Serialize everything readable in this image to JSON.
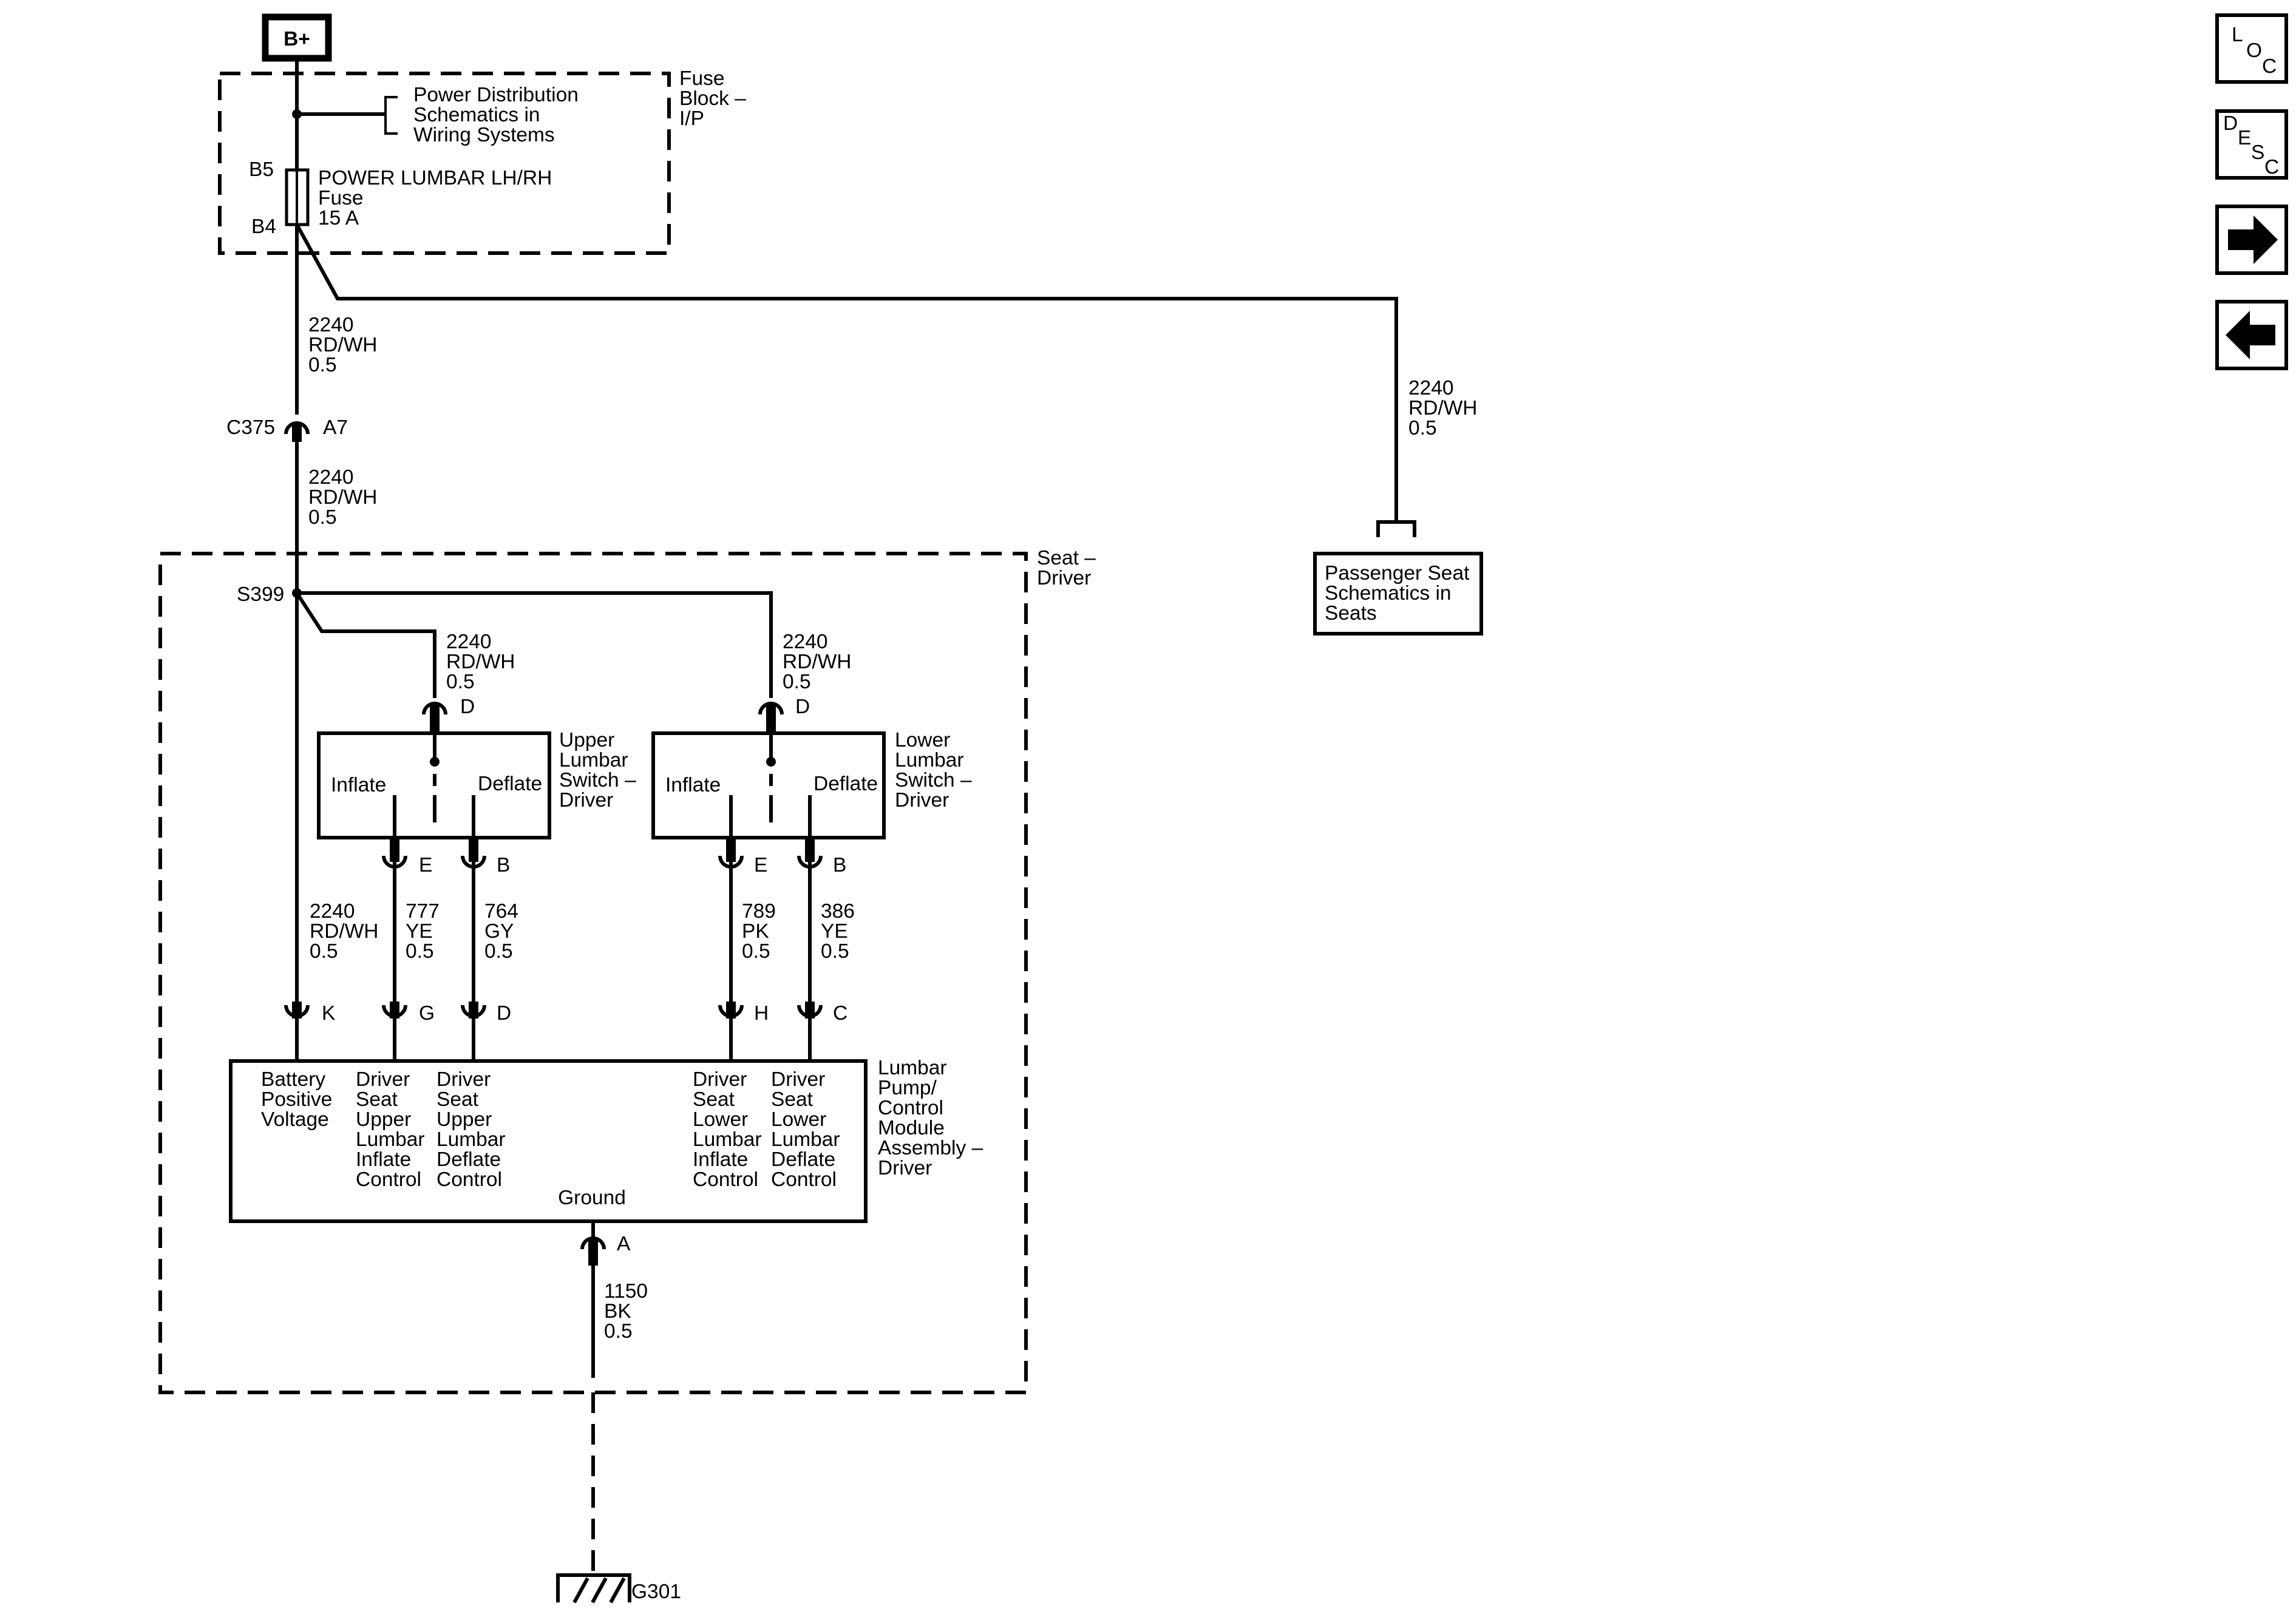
{
  "power_source": "B+",
  "fuse_block": {
    "name": "Fuse Block – I/P",
    "name_lines": [
      "Fuse",
      "Block –",
      "I/P"
    ],
    "reference_lines": [
      "Power Distribution",
      "Schematics in",
      "Wiring Systems"
    ],
    "fuse_in": "B5",
    "fuse_out": "B4",
    "fuse_lines": [
      "POWER LUMBAR LH/RH",
      "Fuse",
      "15 A"
    ]
  },
  "wires": {
    "feed_top": [
      "2240",
      "RD/WH",
      "0.5"
    ],
    "feed_passenger": [
      "2240",
      "RD/WH",
      "0.5"
    ],
    "feed_mid": [
      "2240",
      "RD/WH",
      "0.5"
    ],
    "upper_switch_feed": [
      "2240",
      "RD/WH",
      "0.5"
    ],
    "lower_switch_feed": [
      "2240",
      "RD/WH",
      "0.5"
    ],
    "module_feed": [
      "2240",
      "RD/WH",
      "0.5"
    ],
    "upper_inflate": [
      "777",
      "YE",
      "0.5"
    ],
    "upper_deflate": [
      "764",
      "GY",
      "0.5"
    ],
    "lower_inflate": [
      "789",
      "PK",
      "0.5"
    ],
    "lower_deflate": [
      "386",
      "YE",
      "0.5"
    ],
    "ground": [
      "1150",
      "BK",
      "0.5"
    ]
  },
  "connectors": {
    "inline": "C375",
    "inline_pin": "A7",
    "splice": "S399",
    "upper_switch_in": "D",
    "upper_switch_e": "E",
    "upper_switch_b": "B",
    "lower_switch_in": "D",
    "lower_switch_e": "E",
    "lower_switch_b": "B",
    "module_k": "K",
    "module_g": "G",
    "module_d": "D",
    "module_h": "H",
    "module_c": "C",
    "module_a": "A"
  },
  "passenger_ref_lines": [
    "Passenger Seat",
    "Schematics in",
    "Seats"
  ],
  "seat_lines": [
    "Seat –",
    "Driver"
  ],
  "upper_switch": {
    "name_lines": [
      "Upper",
      "Lumbar",
      "Switch –",
      "Driver"
    ],
    "inflate": "Inflate",
    "deflate": "Deflate"
  },
  "lower_switch": {
    "name_lines": [
      "Lower",
      "Lumbar",
      "Switch –",
      "Driver"
    ],
    "inflate": "Inflate",
    "deflate": "Deflate"
  },
  "module": {
    "name_lines": [
      "Lumbar",
      "Pump/",
      "Control",
      "Module",
      "Assembly –",
      "Driver"
    ],
    "pin_labels": [
      [
        "Battery",
        "Positive",
        "Voltage"
      ],
      [
        "Driver",
        "Seat",
        "Upper",
        "Lumbar",
        "Inflate",
        "Control"
      ],
      [
        "Driver",
        "Seat",
        "Upper",
        "Lumbar",
        "Deflate",
        "Control"
      ],
      [
        "Driver",
        "Seat",
        "Lower",
        "Lumbar",
        "Inflate",
        "Control"
      ],
      [
        "Driver",
        "Seat",
        "Lower",
        "Lumbar",
        "Deflate",
        "Control"
      ]
    ],
    "ground_label": "Ground"
  },
  "ground_point": "G301",
  "nav": {
    "loc": [
      "L",
      "O",
      "C"
    ],
    "desc": [
      "D",
      "E",
      "S",
      "C"
    ],
    "next_icon": "arrow-right-icon",
    "prev_icon": "arrow-left-icon"
  }
}
